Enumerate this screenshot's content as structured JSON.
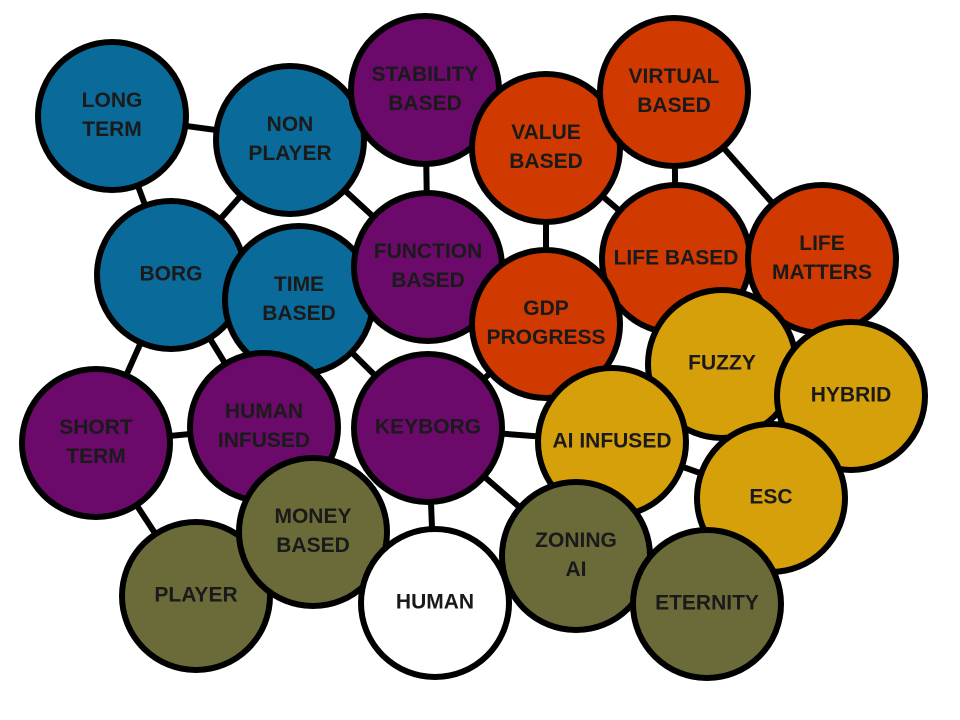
{
  "colors": {
    "blue": "#0a6b9a",
    "purple": "#6b0a6b",
    "red": "#d03a00",
    "gold": "#d6a00a",
    "olive": "#6b6b3a",
    "white": "#ffffff"
  },
  "nodes": [
    {
      "id": "long-term",
      "lines": [
        "LONG",
        "TERM"
      ],
      "color": "blue"
    },
    {
      "id": "non-player",
      "lines": [
        "NON",
        "PLAYER"
      ],
      "color": "blue"
    },
    {
      "id": "borg",
      "lines": [
        "BORG"
      ],
      "color": "blue"
    },
    {
      "id": "time-based",
      "lines": [
        "TIME",
        "BASED"
      ],
      "color": "blue"
    },
    {
      "id": "stability-based",
      "lines": [
        "STABILITY",
        "BASED"
      ],
      "color": "purple"
    },
    {
      "id": "function-based",
      "lines": [
        "FUNCTION",
        "BASED"
      ],
      "color": "purple"
    },
    {
      "id": "short-term",
      "lines": [
        "SHORT",
        "TERM"
      ],
      "color": "purple"
    },
    {
      "id": "human-infused",
      "lines": [
        "HUMAN",
        "INFUSED"
      ],
      "color": "purple"
    },
    {
      "id": "keyborg",
      "lines": [
        "KEYBORG"
      ],
      "color": "purple"
    },
    {
      "id": "value-based",
      "lines": [
        "VALUE",
        "BASED"
      ],
      "color": "red"
    },
    {
      "id": "virtual-based",
      "lines": [
        "VIRTUAL",
        "BASED"
      ],
      "color": "red"
    },
    {
      "id": "life-based",
      "lines": [
        "LIFE BASED"
      ],
      "color": "red"
    },
    {
      "id": "life-matters",
      "lines": [
        "LIFE",
        "MATTERS"
      ],
      "color": "red"
    },
    {
      "id": "gdp-progress",
      "lines": [
        "GDP",
        "PROGRESS"
      ],
      "color": "red"
    },
    {
      "id": "fuzzy",
      "lines": [
        "FUZZY"
      ],
      "color": "gold"
    },
    {
      "id": "hybrid",
      "lines": [
        "HYBRID"
      ],
      "color": "gold"
    },
    {
      "id": "ai-infused",
      "lines": [
        "AI INFUSED"
      ],
      "color": "gold"
    },
    {
      "id": "esc",
      "lines": [
        "ESC"
      ],
      "color": "gold"
    },
    {
      "id": "player",
      "lines": [
        "PLAYER"
      ],
      "color": "olive"
    },
    {
      "id": "money-based",
      "lines": [
        "MONEY",
        "BASED"
      ],
      "color": "olive"
    },
    {
      "id": "human",
      "lines": [
        "HUMAN"
      ],
      "color": "white"
    },
    {
      "id": "zoning-ai",
      "lines": [
        "ZONING",
        "AI"
      ],
      "color": "olive"
    },
    {
      "id": "eternity",
      "lines": [
        "ETERNITY"
      ],
      "color": "olive"
    }
  ],
  "edges": [
    [
      "long-term",
      "non-player"
    ],
    [
      "long-term",
      "borg"
    ],
    [
      "non-player",
      "borg"
    ],
    [
      "non-player",
      "stability-based"
    ],
    [
      "non-player",
      "function-based"
    ],
    [
      "stability-based",
      "value-based"
    ],
    [
      "stability-based",
      "function-based"
    ],
    [
      "value-based",
      "virtual-based"
    ],
    [
      "value-based",
      "life-based"
    ],
    [
      "value-based",
      "gdp-progress"
    ],
    [
      "virtual-based",
      "life-based"
    ],
    [
      "virtual-based",
      "life-matters"
    ],
    [
      "borg",
      "short-term"
    ],
    [
      "borg",
      "human-infused"
    ],
    [
      "time-based",
      "human-infused"
    ],
    [
      "time-based",
      "keyborg"
    ],
    [
      "short-term",
      "human-infused"
    ],
    [
      "short-term",
      "player"
    ],
    [
      "keyborg",
      "gdp-progress"
    ],
    [
      "keyborg",
      "human"
    ],
    [
      "keyborg",
      "ai-infused"
    ],
    [
      "keyborg",
      "zoning-ai"
    ],
    [
      "ai-infused",
      "esc"
    ],
    [
      "ai-infused",
      "zoning-ai"
    ],
    [
      "fuzzy",
      "hybrid"
    ],
    [
      "zoning-ai",
      "eternity"
    ]
  ]
}
